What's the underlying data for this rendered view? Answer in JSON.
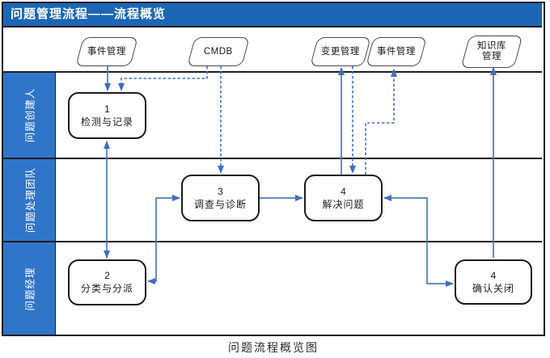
{
  "header": {
    "title": "问题管理流程——流程概览"
  },
  "caption": "问题流程概览图",
  "lanes": [
    {
      "label": "问题创建人"
    },
    {
      "label": "问题处理团队"
    },
    {
      "label": "问题经理"
    }
  ],
  "externals": [
    {
      "id": "incident-mgmt-left",
      "label": "事件管理"
    },
    {
      "id": "cmdb",
      "label": "CMDB"
    },
    {
      "id": "change-mgmt",
      "label": "变更管理"
    },
    {
      "id": "incident-mgmt-right",
      "label": "事件管理"
    },
    {
      "id": "knowledge-base-mgmt",
      "label": "知识库管理"
    }
  ],
  "steps": [
    {
      "number": "1",
      "label": "检测与记录"
    },
    {
      "number": "2",
      "label": "分类与分派"
    },
    {
      "number": "3",
      "label": "调查与诊断"
    },
    {
      "number": "4",
      "label": "解决问题"
    },
    {
      "number": "4",
      "label": "确认关闭"
    }
  ],
  "connections": [
    {
      "from": "事件管理(左)",
      "to": "1 检测与记录",
      "style": "solid",
      "direction": "one-way"
    },
    {
      "from": "CMDB",
      "to": "1 检测与记录",
      "style": "dashed",
      "direction": "one-way"
    },
    {
      "from": "CMDB",
      "to": "3 调查与诊断",
      "style": "dashed",
      "direction": "one-way"
    },
    {
      "from": "1 检测与记录",
      "to": "2 分类与分派",
      "style": "solid",
      "direction": "two-way"
    },
    {
      "from": "2 分类与分派",
      "to": "3 调查与诊断",
      "style": "solid",
      "direction": "two-way"
    },
    {
      "from": "3 调查与诊断",
      "to": "4 解决问题",
      "style": "solid",
      "direction": "one-way"
    },
    {
      "from": "4 解决问题",
      "to": "变更管理",
      "style": "solid",
      "direction": "one-way"
    },
    {
      "from": "变更管理",
      "to": "4 解决问题",
      "style": "dashed",
      "direction": "one-way"
    },
    {
      "from": "4 解决问题",
      "to": "事件管理(右)",
      "style": "dashed",
      "direction": "one-way"
    },
    {
      "from": "4 解决问题",
      "to": "4 确认关闭",
      "style": "solid",
      "direction": "two-way"
    },
    {
      "from": "4 确认关闭",
      "to": "知识库管理",
      "style": "solid",
      "direction": "one-way"
    }
  ],
  "colors": {
    "header_bg": "#1b67b5",
    "lane_bg": "#3175c8",
    "connector": "#4e7cb5",
    "dashed": "#4472c4",
    "arrow": "#3f6fc0",
    "line": "#1f1f1f"
  }
}
